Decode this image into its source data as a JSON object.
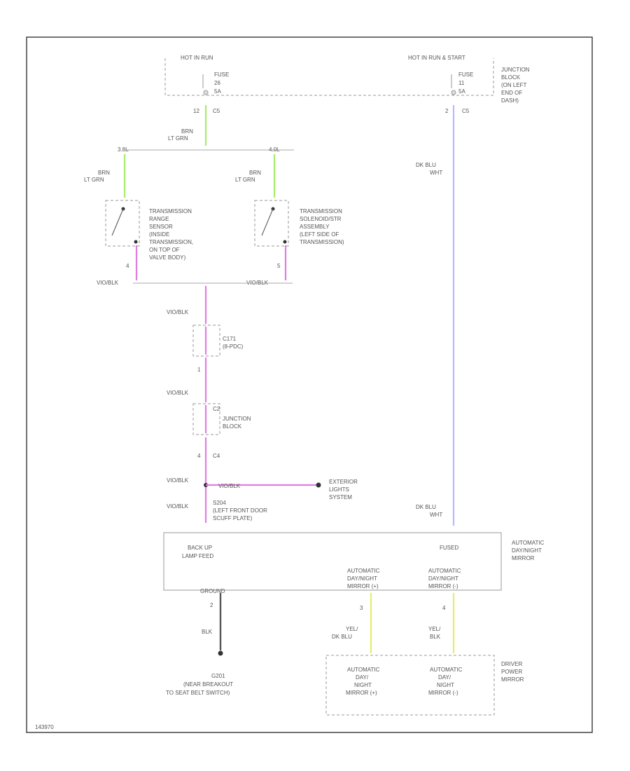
{
  "colors": {
    "lt_grn": "#a8ec6a",
    "vio_blk": "#e07ee0",
    "dk_blu_wht": "#b8b8ff",
    "yel_blk": "#e8ec6a",
    "blk": "#555555",
    "line": "#b0b0b0"
  },
  "fuse_block": {
    "left_supply": "HOT IN RUN",
    "left_fuse": "FUSE",
    "left_fuse_num": "26",
    "left_fuse_amp": "5A",
    "left_pin": "12",
    "left_conn": "C5",
    "right_supply": "HOT IN RUN & START",
    "right_fuse": "FUSE",
    "right_fuse_num": "11",
    "right_fuse_amp": "5A",
    "right_pin": "2",
    "right_conn": "C5",
    "junction_label": [
      "JUNCTION",
      "BLOCK",
      "(ON LEFT",
      "END OF",
      "DASH)"
    ]
  },
  "wires": {
    "brn_ltgrn_a": [
      "BRN",
      "LT GRN"
    ],
    "brn_ltgrn_b": [
      "BRN",
      "LT GRN"
    ],
    "brn_ltgrn_c": [
      "BRN",
      "LT GRN"
    ],
    "dk_blu_wht_top": [
      "DK BLU",
      "WHT"
    ],
    "dk_blu_wht_bottom": [
      "DK BLU",
      "WHT"
    ],
    "vio_blk_1": "VIO/BLK",
    "vio_blk_2": "VIO/BLK",
    "vio_blk_3": "VIO/BLK",
    "vio_blk_4": "VIO/BLK",
    "vio_blk_5": "VIO/BLK",
    "vio_blk_6": "VIO/BLK",
    "vio_blk_7": "VIO/BLK",
    "yel_dkblu": [
      "YEL/",
      "DK BLU"
    ],
    "yel_blk": [
      "YEL/",
      "BLK"
    ],
    "blk": "BLK"
  },
  "branch": {
    "left_tag": "3.8L",
    "right_tag": "4.0L"
  },
  "switches": {
    "trs_label": [
      "TRANSMISSION",
      "RANGE",
      "SENSOR",
      "(INSIDE",
      "TRANSMISSION,",
      "ON TOP OF",
      "VALVE BODY)"
    ],
    "trs_pin": "4",
    "sol_label": [
      "TRANSMISSION",
      "SOLENOID/STR",
      "ASSEMBLY",
      "(LEFT SIDE OF",
      "TRANSMISSION)"
    ],
    "sol_pin": "5"
  },
  "connectors": {
    "c171_label": [
      "C171",
      "(8-PDC)"
    ],
    "c171_pin": "1",
    "jb_conn": "C2",
    "jb_label": [
      "JUNCTION",
      "BLOCK"
    ],
    "jb_pin": "4",
    "jb_conn_bottom": "C4",
    "s204_label": [
      "S204",
      "(LEFT FRONT DOOR",
      "SCUFF PLATE)"
    ],
    "ext_lights": [
      "EXTERIOR",
      "LIGHTS",
      "SYSTEM"
    ]
  },
  "mirror_module": {
    "backup_feed": [
      "BACK UP",
      "LAMP FEED"
    ],
    "fused": "FUSED",
    "module_label": [
      "AUTOMATIC",
      "DAY/NIGHT",
      "MIRROR"
    ],
    "pin_plus_label": [
      "AUTOMATIC",
      "DAY/NIGHT",
      "MIRROR (+)"
    ],
    "pin_minus_label": [
      "AUTOMATIC",
      "DAY/NIGHT",
      "MIRROR (-)"
    ],
    "ground_label": "GROUND",
    "ground_pin": "2",
    "pin_plus": "3",
    "pin_minus": "4"
  },
  "ground": {
    "label": [
      "G201",
      "(NEAR BREAKOUT",
      "TO SEAT BELT SWITCH)"
    ]
  },
  "driver_mirror": {
    "plus_label": [
      "AUTOMATIC",
      "DAY/",
      "NIGHT",
      "MIRROR (+)"
    ],
    "minus_label": [
      "AUTOMATIC",
      "DAY/",
      "NIGHT",
      "MIRROR (-)"
    ],
    "module_label": [
      "DRIVER",
      "POWER",
      "MIRROR"
    ]
  },
  "footer_code": "143970"
}
